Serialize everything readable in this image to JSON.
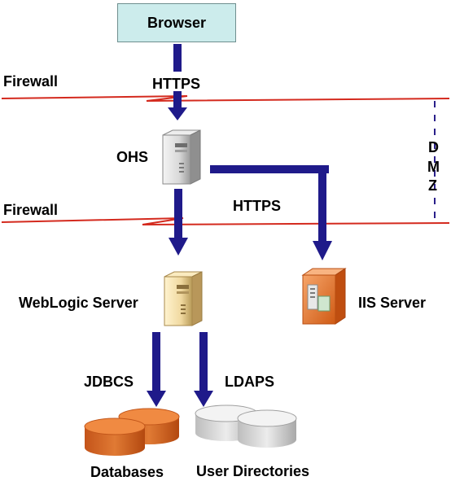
{
  "browser": {
    "label": "Browser"
  },
  "firewalls": [
    {
      "label": "Firewall"
    },
    {
      "label": "Firewall"
    }
  ],
  "protocols": {
    "browser_to_ohs": "HTTPS",
    "ohs_to_iis": "HTTPS",
    "to_databases": "JDBCS",
    "to_user_directories": "LDAPS"
  },
  "nodes": {
    "ohs": "OHS",
    "weblogic": "WebLogic Server",
    "iis": "IIS Server",
    "databases": "Databases",
    "user_directories": "User Directories"
  },
  "dmz": {
    "letters": [
      "D",
      "M",
      "Z"
    ]
  },
  "colors": {
    "arrow": "#1f1a8a",
    "firewall_line": "#d42a1e",
    "browser_box": "#ccecec",
    "database": "#d9661e",
    "directory": "#d0d0d0",
    "dmz_dash": "#2a1f8a"
  }
}
